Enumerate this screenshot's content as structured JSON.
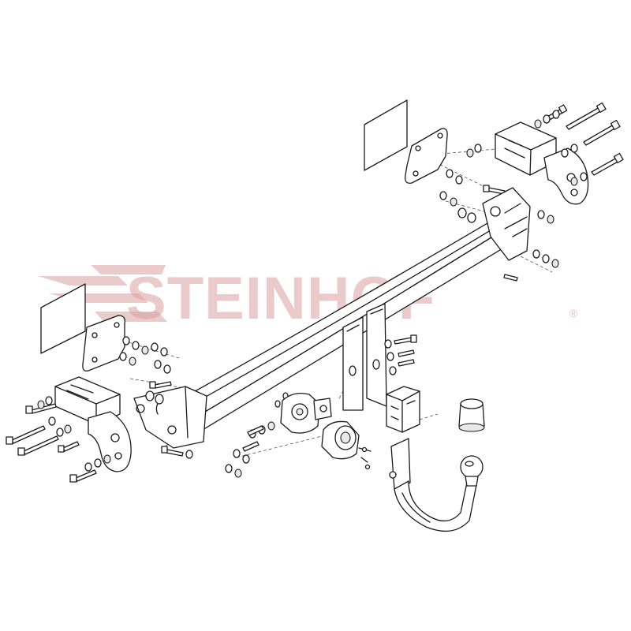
{
  "watermark": {
    "brand": "STEINHOF",
    "registered_mark": "®",
    "color": "#d9a0a0"
  },
  "diagram": {
    "line_color": "#1a1a1a",
    "background": "#ffffff",
    "parts": [
      "crossbar-beam",
      "left-mounting-bracket",
      "right-mounting-bracket",
      "left-shim-plate",
      "right-shim-plate",
      "left-adhesive-pad",
      "right-adhesive-pad",
      "socket-holder",
      "electrical-socket",
      "detachable-tow-ball-neck",
      "tow-ball-cap",
      "receiver-block",
      "bolts",
      "washers",
      "nuts"
    ]
  }
}
